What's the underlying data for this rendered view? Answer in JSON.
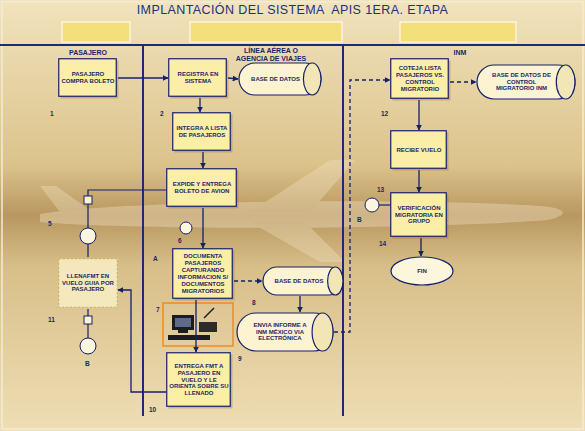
{
  "diagram": {
    "title": "IMPLANTACIÓN DEL SISTEMA  APIS 1ERA. ETAPA",
    "nodes": [
      {
        "text": [
          "PASAJERO COMPRA BOLETO"
        ]
      },
      {
        "text": [
          "REGISTRA EN SISTEMA"
        ]
      },
      {
        "text": [
          "BASE DE DATOS"
        ]
      },
      {
        "text": [
          "INTEGRA A LISTA DE PASAJEROS"
        ]
      },
      {
        "text": [
          "EXPIDE Y ENTREGA BOLETO DE AVION"
        ]
      },
      {
        "text": [
          "LLENAFMT EN VUELO GUIA POR PASAJERO"
        ]
      },
      {
        "text": [
          "DOCUMENTA PASAJEROS CAPTURANDO INFORMACION S/ DOCUMENTOS MIGRATORIOS"
        ]
      },
      {
        "text": [
          "BASE DE DATOS"
        ]
      },
      {
        "text": [
          "ENVIA INFORME A INM MÉXICO VIA ELECTRÓNICA"
        ]
      },
      {
        "text": [
          "ENTREGA FMT A PASAJERO EN VUELO Y LE ORIENTA SOBRE SU LLENADO"
        ]
      },
      {
        "text": [
          "COTEJA LISTA PASAJEROS VS. CONTROL MIGRATORIO"
        ]
      },
      {
        "text": [
          "BASE DE DATOS DE CONTROL MIGRATORIO INM"
        ]
      },
      {
        "text": [
          "RECIBE VUELO"
        ]
      },
      {
        "text": [
          "VERIFICACIÓN MIGRATORIA EN GRUPO"
        ]
      },
      {
        "text": [
          "FIN"
        ]
      }
    ],
    "edges": [
      {
        "from": 0,
        "to": 1,
        "arrow": "to"
      },
      {
        "from": 1,
        "to": 2,
        "arrow": "to"
      },
      {
        "from": 1,
        "to": 3,
        "arrow": "to"
      },
      {
        "from": 3,
        "to": 4,
        "arrow": "to"
      },
      {
        "from": 4,
        "to": 6,
        "arrow": "to"
      },
      {
        "from": 6,
        "to": 7,
        "arrow": "to"
      },
      {
        "from": 7,
        "to": 8,
        "arrow": "to"
      },
      {
        "from": 8,
        "to": 10,
        "arrow": "to"
      },
      {
        "from": 10,
        "to": 11,
        "arrow": "to"
      },
      {
        "from": 10,
        "to": 12,
        "arrow": "to"
      },
      {
        "from": 12,
        "to": 13,
        "arrow": "to"
      },
      {
        "from": 13,
        "to": 14,
        "arrow": "to"
      },
      {
        "from": 6,
        "to": 9,
        "arrow": "to"
      },
      {
        "from": 9,
        "to": 5,
        "arrow": "to"
      }
    ],
    "labels": [
      "PASAJERO",
      "LÍNEA AÉREA O AGENCIA DE VIAJES",
      "INM",
      "1",
      "2",
      "5",
      "6",
      "A",
      "7",
      "8",
      "9",
      "10",
      "11",
      "B",
      "12",
      "13",
      "B",
      "14"
    ]
  }
}
